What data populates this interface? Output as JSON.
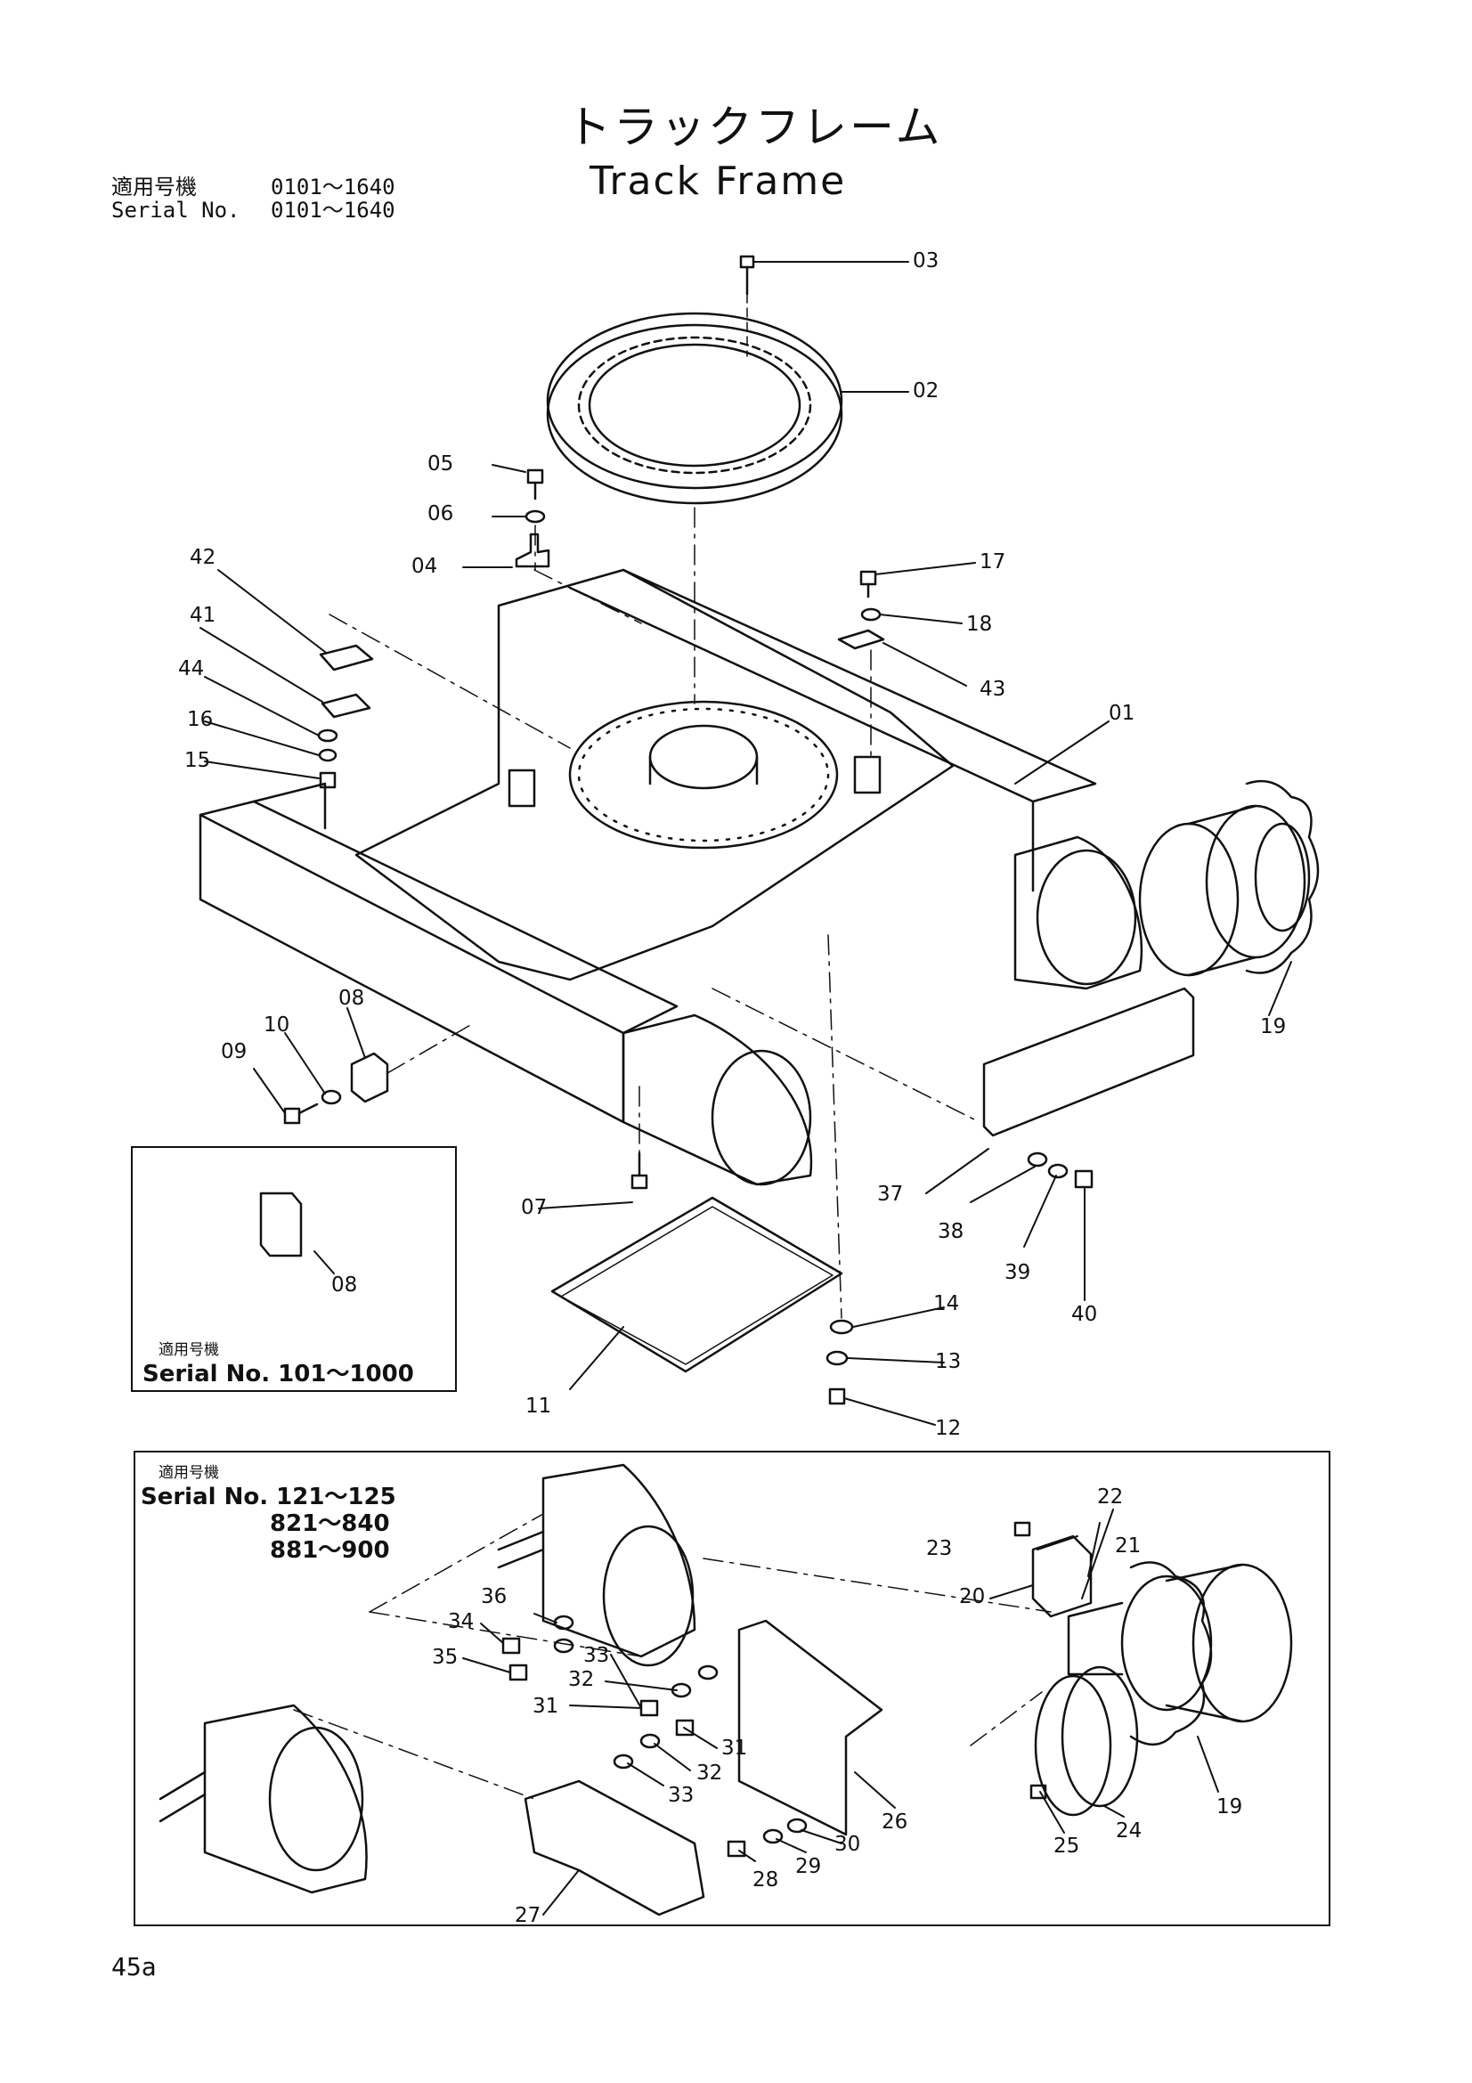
{
  "header": {
    "title_jp": "トラックフレーム",
    "title_en": "Track Frame",
    "serial_label_jp": "適用号機",
    "serial_label_en": "Serial No.",
    "serial_range_1": "0101～1640",
    "serial_range_2": "0101～1640"
  },
  "inset_small": {
    "label_jp": "適用号機",
    "serial": "Serial No. 101～1000",
    "part": "08"
  },
  "inset_large": {
    "label_jp": "適用号機",
    "serial_1": "Serial No. 121～125",
    "serial_2": "821～840",
    "serial_3": "881～900"
  },
  "callouts_main": [
    "03",
    "02",
    "05",
    "06",
    "04",
    "17",
    "18",
    "43",
    "42",
    "41",
    "44",
    "16",
    "15",
    "01",
    "19",
    "08",
    "10",
    "09",
    "07",
    "37",
    "38",
    "39",
    "40",
    "14",
    "13",
    "12",
    "11"
  ],
  "callouts_inset": [
    "22",
    "23",
    "21",
    "20",
    "36",
    "34",
    "33",
    "32",
    "35",
    "31",
    "31",
    "32",
    "33",
    "19",
    "25",
    "24",
    "26",
    "30",
    "29",
    "28",
    "27"
  ],
  "footer": {
    "page": "45a"
  }
}
